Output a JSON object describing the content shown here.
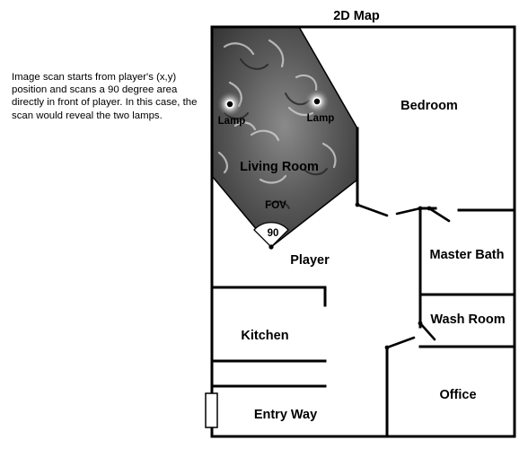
{
  "title": "2D Map",
  "description_text": "Image scan starts from player's (x,y) position and scans a 90 degree area directly in front of player. In this case, the scan would reveal the two lamps.",
  "rooms": {
    "bedroom": "Bedroom",
    "living_room": "Living Room",
    "master_bath": "Master Bath",
    "wash_room": "Wash Room",
    "kitchen": "Kitchen",
    "office": "Office",
    "entry_way": "Entry Way"
  },
  "markers": {
    "lamp_left": "Lamp",
    "lamp_right": "Lamp",
    "fov": "FOV",
    "angle": "90",
    "player": "Player"
  },
  "colors": {
    "scan_area_dark": "#2e2e2e",
    "scan_area_light": "#cfcfcf",
    "walls": "#000000"
  }
}
